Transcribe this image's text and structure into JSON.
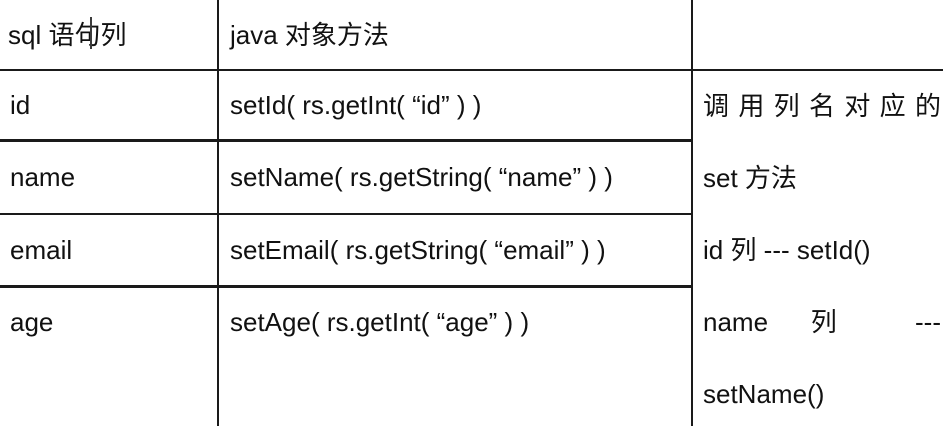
{
  "table": {
    "header": {
      "sql_column_label": "sql 语句列",
      "java_method_label": "java 对象方法",
      "note_label": ""
    },
    "rows": [
      {
        "column": "id",
        "method": "setId( rs.getInt( “id” ) )"
      },
      {
        "column": "name",
        "method": "setName( rs.getString( “name” ) )"
      },
      {
        "column": "email",
        "method": "setEmail( rs.getString( “email” ) )"
      },
      {
        "column": "age",
        "method": "setAge( rs.getInt( “age” ) )"
      }
    ],
    "note": {
      "lines": [
        "调用列名对应的",
        "set 方法",
        "id 列 --- setId()",
        "name 列 ---",
        "setName()"
      ]
    }
  },
  "colors": {
    "border": "#1a1a1a",
    "text": "#111111",
    "background": "#ffffff"
  }
}
